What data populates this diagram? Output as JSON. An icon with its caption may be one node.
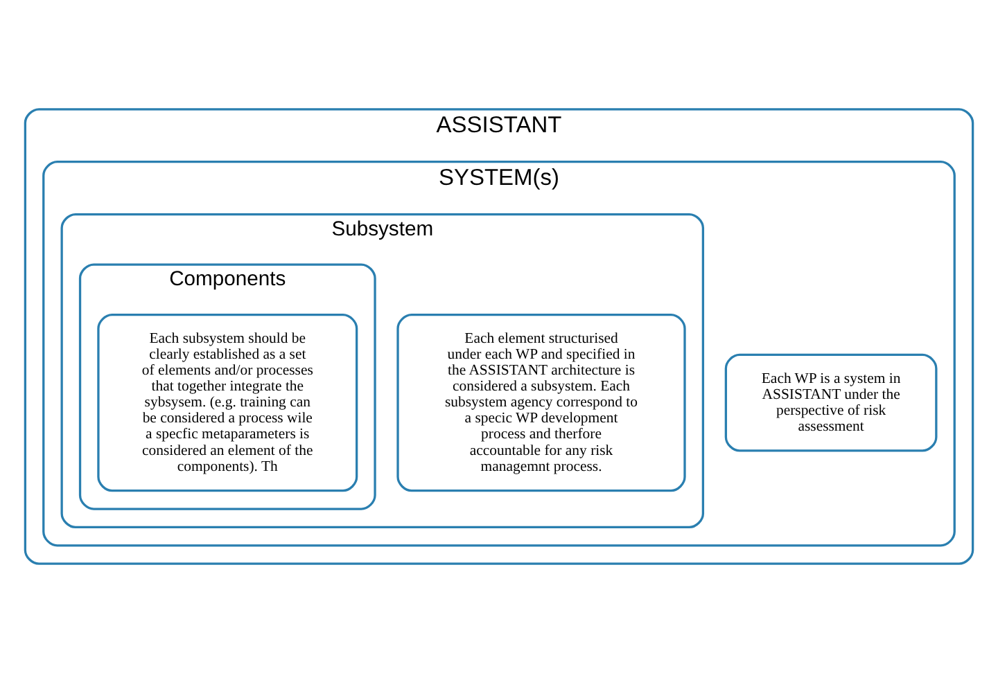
{
  "diagram": {
    "nodes": [
      {
        "text": [
          "ASSISTANT"
        ]
      },
      {
        "text": [
          "SYSTEM(s)"
        ],
        "in": 0
      },
      {
        "text": [
          "Subsystem"
        ],
        "in": 1
      },
      {
        "text": [
          "Components"
        ],
        "in": 2
      },
      {
        "text": [
          "Each subsystem should be clearly established as a set of elements and/or processes that together integrate the sybsysem. (e.g. training can be considered a process wile a specfic metaparameters is considered an element of the components). Th"
        ],
        "in": 3
      },
      {
        "text": [
          "Each element structurised under each WP and specified in the ASSISTANT architecture is considered a subsystem. Each subsystem agency correspond to a specic WP development process and therfore accountable for any risk managemnt process."
        ],
        "in": 2
      },
      {
        "text": [
          "Each WP is a system in ASSISTANT under the perspective of risk assessment"
        ],
        "in": 1
      }
    ],
    "edges": []
  }
}
